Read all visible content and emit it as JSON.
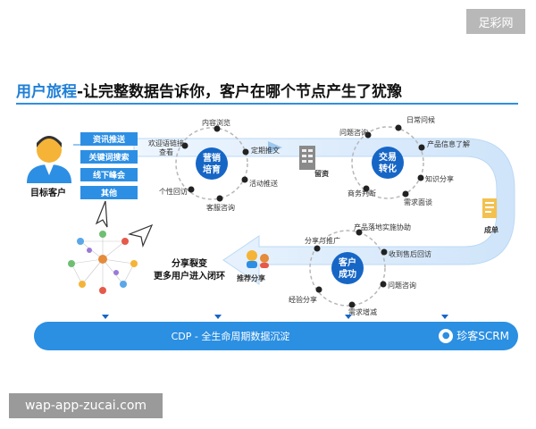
{
  "watermarks": {
    "top_right": "足彩网",
    "bottom_left": "wap-app-zucai.com"
  },
  "title": {
    "prefix": "用户旅程",
    "suffix": "-让完整数据告诉你，客户在哪个节点产生了犹豫"
  },
  "target_customer": "目标客户",
  "channels": [
    "资讯推送",
    "关键词搜索",
    "线下峰会",
    "其他"
  ],
  "hubs": {
    "marketing": {
      "line1": "营销",
      "line2": "培育"
    },
    "trade": {
      "line1": "交易",
      "line2": "转化"
    },
    "success": {
      "line1": "客户",
      "line2": "成功"
    }
  },
  "marketing_steps": [
    "欢迎语链接",
    "查看",
    "内容浏览",
    "定期推文",
    "活动推送",
    "个性回访",
    "客服咨询"
  ],
  "trade_steps": [
    "日常问候",
    "问题咨询",
    "产品信息了解",
    "知识分享",
    "需求面谈",
    "商务判断"
  ],
  "transition_labels": {
    "lead": "留资",
    "order": "成单"
  },
  "success_steps": [
    "产品落地实施协助",
    "收到售后回访",
    "问题咨询",
    "需求增减",
    "经验分享",
    "分享与推广"
  ],
  "referral": "推荐分享",
  "share_text": {
    "line1": "分享裂变",
    "line2": "更多用户进入闭环"
  },
  "cdp_text": "CDP - 全生命周期数据沉淀",
  "brand": {
    "icon": "wechat-icon",
    "name": "珍客SCRM"
  },
  "colors": {
    "accent": "#1f7fd6",
    "bar": "#2b8fe2",
    "hub": "#1666c6",
    "path": "#d6eafb",
    "person": "#f5b437"
  }
}
